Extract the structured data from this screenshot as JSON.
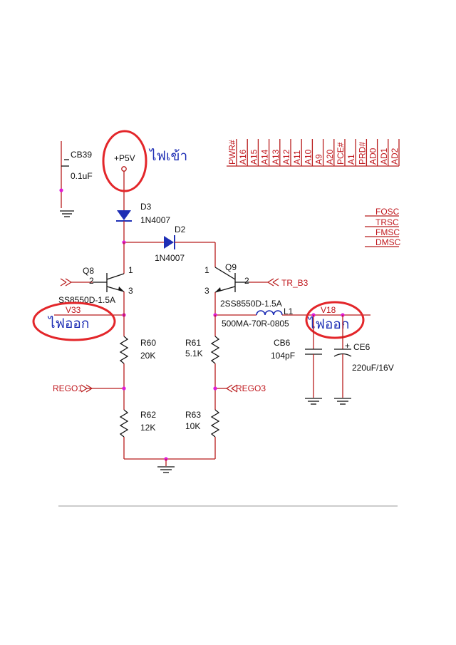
{
  "bus_top": [
    "PWR#",
    "A16",
    "A15",
    "A14",
    "A13",
    "A12",
    "A11",
    "A10",
    "A9",
    "A20",
    "PCE#",
    "A1",
    "PRD#",
    "AD0",
    "AD1",
    "AD2"
  ],
  "bus_right": [
    "FOSC",
    "TRSC",
    "FMSC",
    "DMSC"
  ],
  "components": {
    "cb39": {
      "ref": "CB39",
      "value": "0.1uF"
    },
    "d3": {
      "ref": "D3",
      "value": "1N4007"
    },
    "d2": {
      "ref": "D2",
      "value": "1N4007"
    },
    "q8": {
      "ref": "Q8",
      "value": "SS8550D-1.5A",
      "pin1": "1",
      "pin2": "2",
      "pin3": "3"
    },
    "q9": {
      "ref": "Q9",
      "value": "2SS8550D-1.5A",
      "pin1": "1",
      "pin2": "2",
      "pin3": "3"
    },
    "l1": {
      "ref": "L1",
      "value": "500MA-70R-0805"
    },
    "cb6": {
      "ref": "CB6",
      "value": "104pF"
    },
    "ce6": {
      "ref": "CE6",
      "value": "220uF/16V",
      "polarity": "+"
    },
    "r60": {
      "ref": "R60",
      "value": "20K"
    },
    "r61": {
      "ref": "R61",
      "value": "5.1K"
    },
    "r62": {
      "ref": "R62",
      "value": "12K"
    },
    "r63": {
      "ref": "R63",
      "value": "10K"
    }
  },
  "nets": {
    "p5v": "+P5V",
    "v33": "V33",
    "v18": "V18",
    "tr_b3": "TR_B3",
    "rego1": "REGO1",
    "rego3": "REGO3"
  },
  "annotations": {
    "power_in": "ไฟเข้า",
    "out_left": "ไฟออก",
    "out_right": "ไฟออก"
  },
  "colors": {
    "wire": "#b81c1c",
    "junction": "#e01ad8",
    "component": "#111111",
    "diode": "#1f2fb5",
    "callout": "#e3262a"
  }
}
